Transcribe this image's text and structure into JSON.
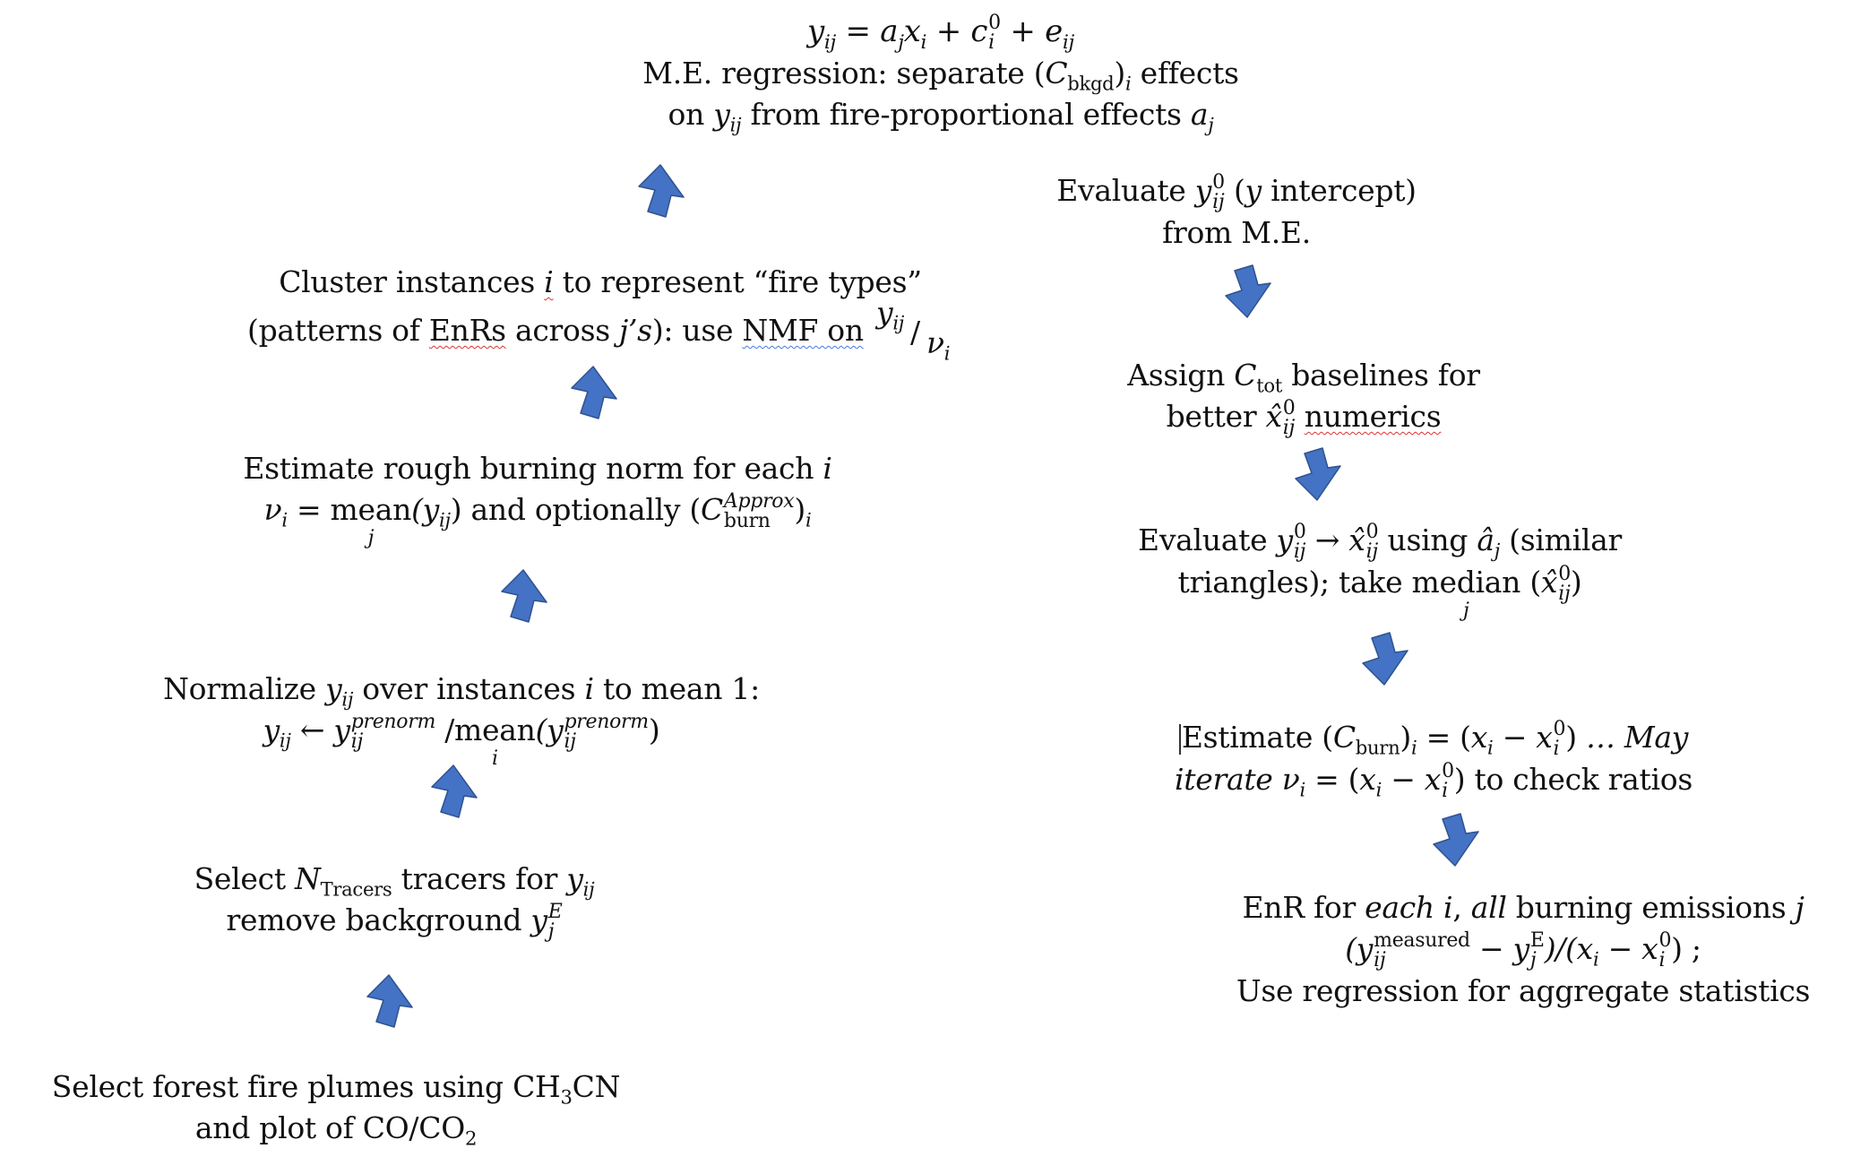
{
  "diagram": {
    "arrow_color": "#4472C4",
    "arrow_border_color": "#2F528F",
    "steps": {
      "me_regression": {
        "equation": {
          "y": "y",
          "ij": "ij",
          "eq": " = ",
          "a": "a",
          "j": "j",
          "x": "x",
          "i": "i",
          "plus1": " + ",
          "c": "c",
          "c_sup": "0",
          "c_sub": "i",
          "plus2": " + ",
          "e": "e",
          "e_sub": "ij"
        },
        "line2_prefix": "M.E. regression: separate (",
        "line2_C": "C",
        "line2_C_sub": "bkgd",
        "line2_close": ")",
        "line2_sub_i": "i",
        "line2_suffix": " effects",
        "line3_prefix": "on ",
        "line3_y": "y",
        "line3_y_sub": "ij",
        "line3_mid": " from fire-proportional effects ",
        "line3_a": "a",
        "line3_a_sub": "j"
      },
      "evaluate_intercept": {
        "line1_prefix": "Evaluate  ",
        "y": "y",
        "y_sup": "0",
        "y_sub": "ij",
        "paren_open": " (",
        "y_italic": "y",
        "line1_suffix": " intercept)",
        "line2": "from M.E."
      },
      "cluster": {
        "line1_prefix": "Cluster instances ",
        "i": "i",
        "line1_suffix": " to represent “fire types”",
        "line2_prefix": "(patterns of ",
        "enrs": "EnRs",
        "line2_mid": " across ",
        "js": "j’s",
        "line2_mid2": "): use ",
        "nmf": "NMF  on",
        "frac_num": "y",
        "frac_num_sub": "ij",
        "frac_slash": "/",
        "frac_den": "ν",
        "frac_den_sub": "i"
      },
      "assign_baselines": {
        "line1_prefix": "Assign ",
        "C": "C",
        "C_sub": "tot",
        "line1_suffix": " baselines for",
        "line2_prefix": "better ",
        "x": "x̂",
        "x_sup": "0",
        "x_sub": "ij",
        "numerics": "numerics"
      },
      "estimate_norm": {
        "line1": "Estimate rough burning norm for each ",
        "line1_i": "i",
        "nu": "ν",
        "nu_sub": "i",
        "eq": " = ",
        "mean": "mean",
        "mean_lim": "j",
        "paren_y": "(y",
        "paren_y_sub": "ij",
        "paren_close": ")",
        "mid": " and optionally (",
        "C": "C",
        "C_sup": "Approx",
        "C_sub": "burn",
        "close": ")",
        "close_sub": "i"
      },
      "evaluate_similar": {
        "line1_prefix": "Evaluate ",
        "y": "y",
        "y_sup": "0",
        "y_sub": "ij",
        "arrow": " →  ",
        "x": "x̂",
        "x_sup": "0",
        "x_sub": "ij",
        "using": "  using ",
        "a": "â",
        "a_sub": "j",
        "line1_suffix": " (similar",
        "line2_prefix": "triangles); take ",
        "median": "median",
        "median_lim": "j",
        "paren": "  (",
        "x2": "x̂",
        "x2_sup": "0",
        "x2_sub": "ij",
        "close": ")"
      },
      "normalize": {
        "line1_prefix": "Normalize ",
        "y": "y",
        "y_sub": "ij",
        "line1_mid": " over instances ",
        "i": "i",
        "line1_suffix": "  to mean 1:",
        "l2_y": "y",
        "l2_y_sub": "ij",
        "l2_arrow": " ←  ",
        "l2_y2": "y",
        "l2_y2_sup": "prenorm",
        "l2_y2_sub": "ij",
        "l2_slash": " /",
        "mean": "mean",
        "mean_lim": "i",
        "l2_paren": "(y",
        "l2_y3_sup": "prenorm",
        "l2_y3_sub": "ij",
        "l2_close": ")"
      },
      "estimate_cburn": {
        "line1_prefix": "Estimate (",
        "C": "C",
        "C_sub": "burn",
        "close": ")",
        "close_sub": "i",
        "eq": " = (",
        "x": "x",
        "x_sub": "i",
        "minus": " − ",
        "x0": "x",
        "x0_sup": "0",
        "x0_sub": "i",
        "close2": ")",
        "may": "   … May",
        "iterate": "iterate",
        "nu": " ν",
        "nu_sub": "i",
        "eq2": " =  (",
        "x2": "x",
        "x2_sub": "i",
        "minus2": " − ",
        "x3": "x",
        "x3_sup": "0",
        "x3_sub": "i",
        "line2_suffix": ") to check ratios"
      },
      "select_tracers": {
        "line1_prefix": "Select  ",
        "N": "N",
        "N_sub": "Tracers",
        "line1_mid": " tracers for ",
        "y": "y",
        "y_sub": "ij",
        "line2_prefix": "remove background ",
        "y2": "y",
        "y2_sup": "E",
        "y2_sub": "j"
      },
      "enr": {
        "line1_prefix": "EnR for ",
        "each_i": "each i",
        "comma": ", ",
        "all": "all",
        "line1_mid": " burning emissions ",
        "j": "j",
        "l2_open": "(y",
        "l2_sup": "measured",
        "l2_sub": "ij",
        "l2_minus": " − y",
        "l2_y_sup": "E",
        "l2_y_sub": "j",
        "l2_mid": ")/(x",
        "l2_x_sub": "i",
        "l2_minus2": " − x",
        "l2_x0_sup": "0",
        "l2_x0_sub": "i",
        "l2_close": ") ;",
        "line3": "Use regression for aggregate statistics"
      },
      "select_plumes": {
        "line1_prefix": "Select forest fire plumes using CH",
        "line1_sub": "3",
        "line1_suffix": "CN",
        "line2_prefix": "and plot of CO/CO",
        "line2_sub": "2"
      }
    }
  }
}
